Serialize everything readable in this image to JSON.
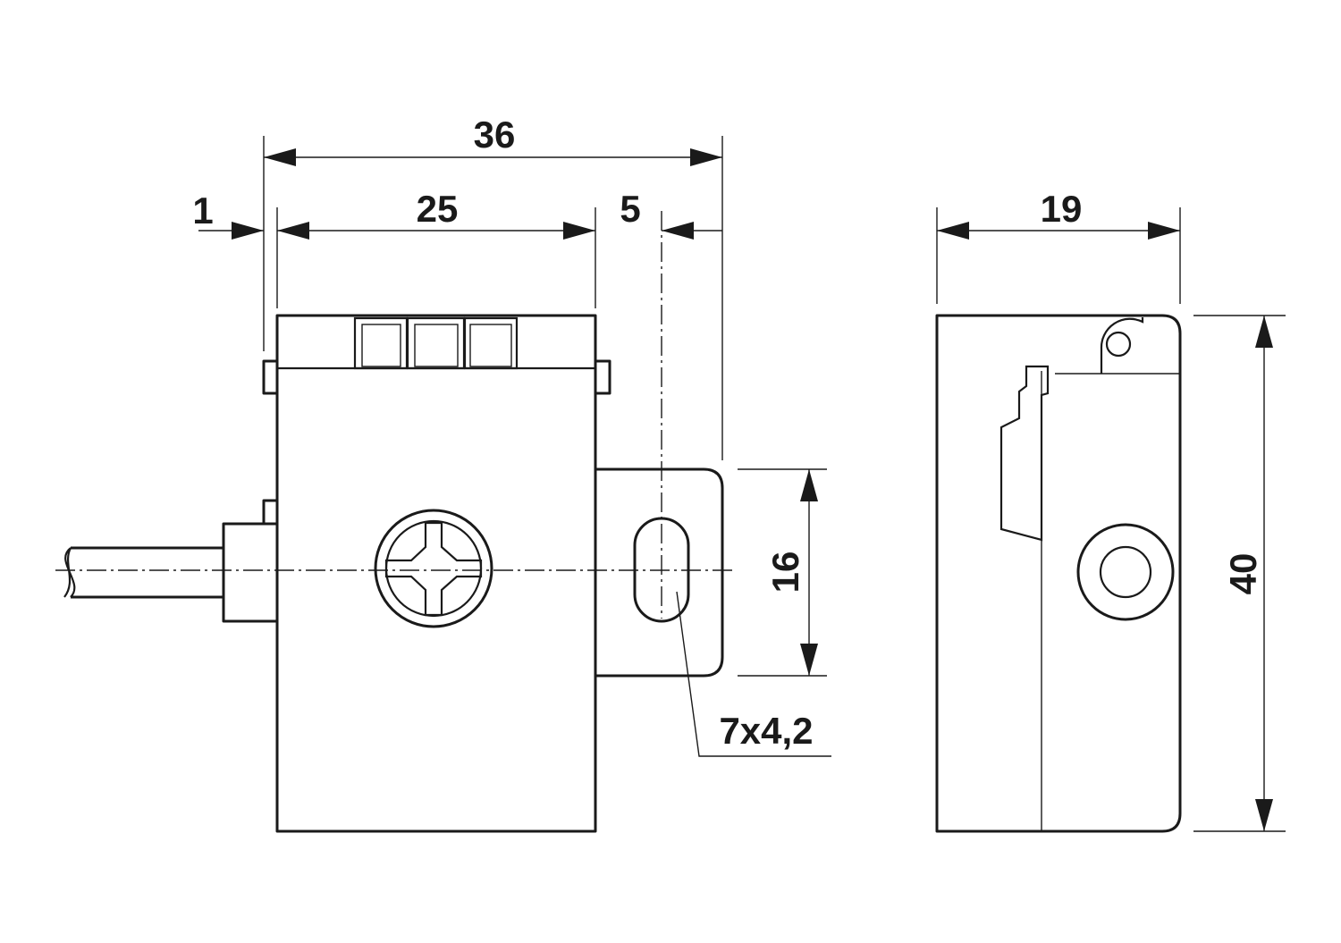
{
  "dimensions": {
    "overall_width": "36",
    "offset": "1",
    "body_width": "25",
    "flange": "5",
    "flange_height": "16",
    "slot": "7x4,2",
    "side_width": "19",
    "height": "40"
  }
}
